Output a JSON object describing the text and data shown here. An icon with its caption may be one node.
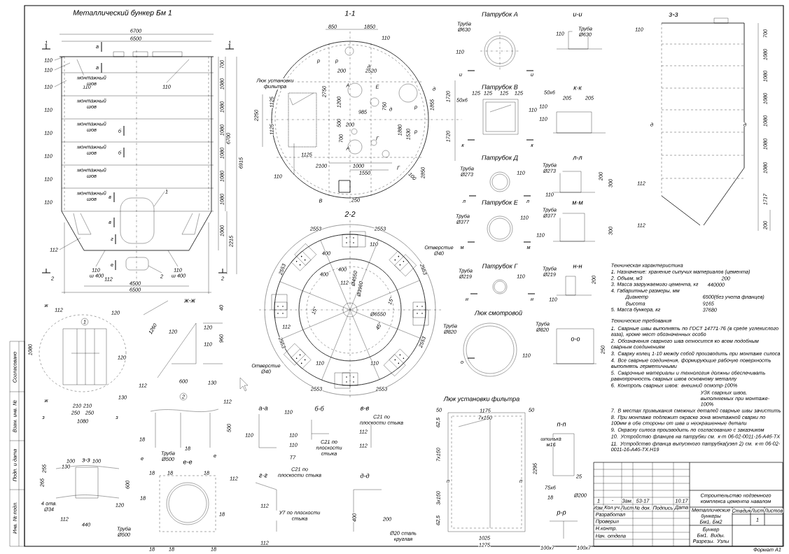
{
  "diagram": {
    "labels": [
      "Металлический бункер Бм 1",
      "6700",
      "6500",
      "1",
      "1",
      "а",
      "а",
      "110",
      "110",
      "110",
      "110",
      "монтажный шов",
      "110",
      "110",
      "монтажный шов",
      "110",
      "монтажный шов",
      "б",
      "110",
      "монтажный шов",
      "б",
      "110",
      "монтажный шов",
      "110",
      "монтажный шов",
      "в",
      "1",
      "в",
      "г",
      "112",
      "е",
      "110",
      "ш 400",
      "112",
      "2",
      "110",
      "ш 400",
      "2",
      "2",
      "4500",
      "6500",
      "700",
      "1080",
      "1080",
      "1080",
      "1080",
      "1080",
      "1080",
      "1000",
      "6700",
      "6915",
      "2215",
      "1-1",
      "850",
      "1850",
      "110",
      "д",
      "р",
      "р",
      "200",
      "2520",
      "Люк установки фильтра",
      "2750",
      "1200",
      "А",
      "Е",
      "д",
      "д",
      "985",
      "750",
      "1855",
      "1720",
      "р",
      "1125",
      "2250",
      "1125",
      "500",
      "200",
      "р",
      "700",
      "1880",
      "1530",
      "1720",
      "Г",
      "А",
      "1125",
      "2100",
      "1000",
      "Г",
      "1550",
      "110",
      "100",
      "2850",
      "В",
      "250",
      "2-2",
      "2553",
      "2553",
      "110",
      "Отверстие Ø40",
      "2553",
      "400",
      "2553",
      "400",
      "400",
      "112",
      "Ø4550",
      "Ø3960",
      "15°",
      "Ø6550",
      "15°",
      "45°",
      "112",
      "2553",
      "2553",
      "Отверстие Ø40",
      "110",
      "110",
      "2553",
      "2553",
      "Патрубок А",
      "Труба Ø630",
      "110",
      "и",
      "и",
      "и-и",
      "Труба Ø630",
      "110",
      "Патрубок В",
      "125",
      "125",
      "125",
      "125",
      "50х6",
      "110",
      "к",
      "к",
      "к-к",
      "50х6",
      "205",
      "205",
      "110",
      "110",
      "Патрубок Д",
      "Труба Ø273",
      "110",
      "л",
      "л",
      "л-л",
      "Труба Ø273",
      "200",
      "300",
      "110",
      "Патрубок Е",
      "Труба Ø377",
      "110",
      "м",
      "м",
      "м-м",
      "Труба Ø377",
      "110",
      "300",
      "Патрубок Г",
      "Труба Ø219",
      "110",
      "н",
      "н",
      "н-н",
      "Труба Ø219",
      "200",
      "110",
      "Люк смотровой",
      "Труба Ø820",
      "о",
      "о-о",
      "Труба Ø820",
      "110",
      "250",
      "з-з",
      "110",
      "700",
      "1080",
      "1080",
      "1080",
      "1080",
      "1080",
      "1080",
      "1717",
      "200",
      "д",
      "д",
      "112",
      "112",
      "Техническая характеристика",
      "1. Назначение: хранение сыпучих материалов (цемента)",
      "2. Объем, м3",
      "200",
      "3. Масса загружаемого цемента, кг",
      "440000",
      "4. Габаритные размеры, мм",
      "Диаметр",
      "6500(без учета фланцев)",
      "Высота",
      "9165",
      "5. Масса бункера, кг",
      "37680",
      "Технические требования",
      "1. Сварные швы выполнять по ГОСТ 14771-76 (в среде углекислого газа), кроме мест обозначенных особо",
      "2. Обозначения сварного шва относится ко всем подобным сварным соединениям",
      "3. Сварку колец 1-10 между собой производить при монтаже силоса",
      "4. Все сварные соединения, формирующие рабочую поверхность выполнять герметичными",
      "5. Сварочные материалы и технология должны обеспечивать равнопрочность сварных швов основному металлу",
      "6. Контроль сварных швов: внешний осмотр-100%",
      "УЗК сварных швов, выполняемых при монтаже-100%",
      "7. В местах примыкания смежных деталей сварные швы зачистить",
      "8. При монтаже подлежит окраске зона монтажной сварки по 100мм в обе стороны от шва и неокрашенные детали",
      "9. Окраску силоса производить по согласованию с заказчиком",
      "10. Устройство фланцев на патрубки см. к-т 06-02-0011-16-А4б-ТХ",
      "11. Устройство фланца выпускного патрубка(узел 2) см. к-т 06-02-0011-16-А4б-ТХ.Н19",
      "1",
      "-",
      "Зам.",
      "53-17",
      "10.17",
      "Изм.",
      "Кол.уч.",
      "Лист",
      "№ док.",
      "Подпись",
      "Дата",
      "Разработал",
      "Проверил",
      "Н.контр.",
      "Нач. отдела",
      "Строительство подземного комплекса цемента навалом",
      "Металлические бункеры Бм1, Бм2",
      "Стадия",
      "Лист",
      "Листов",
      "1",
      "Бункер Бм1. Виды. Разрезы. Узлы",
      "Формат А1",
      "Согласовано",
      "Взам. инв. №",
      "Подп. и дата",
      "Инв. № подл.",
      "1",
      "ж",
      "112",
      "120",
      "1080",
      "120",
      "130",
      "ж",
      "з",
      "210",
      "210",
      "250",
      "250",
      "з",
      "1080",
      "ж-ж",
      "1260",
      "40",
      "120",
      "120",
      "110",
      "960",
      "600",
      "112",
      "130",
      "2",
      "112",
      "500",
      "18",
      "18",
      "е",
      "Труба Ø500",
      "е",
      "з-з",
      "130",
      "100",
      "100",
      "265",
      "255",
      "600",
      "4 отв. Ø34",
      "112",
      "120",
      "440",
      "е-е",
      "18",
      "18",
      "18",
      "112",
      "18",
      "18",
      "Труба Ø500",
      "18",
      "18",
      "18",
      "а-а",
      "110",
      "110",
      "Т7",
      "б-б",
      "110",
      "110",
      "С21 по плоскости стыка",
      "в-в",
      "С21 по плоскости стыка",
      "112",
      "112",
      "г-г",
      "С21 по плоскости стыка",
      "112",
      "У7 по плоскости стыка",
      "112",
      "д-д",
      "400",
      "200",
      "Ø20 сталь круглая",
      "Люк установки фильтра",
      "50",
      "1175",
      "50",
      "7х150",
      "62,5",
      "7х150",
      "п",
      "п",
      "2295",
      "3х150",
      "62,5",
      "1025",
      "1275",
      "п-п",
      "шпилька м16",
      "25",
      "75х6",
      "18",
      "Ø200",
      "р-р",
      "100х7",
      "100х7"
    ]
  }
}
